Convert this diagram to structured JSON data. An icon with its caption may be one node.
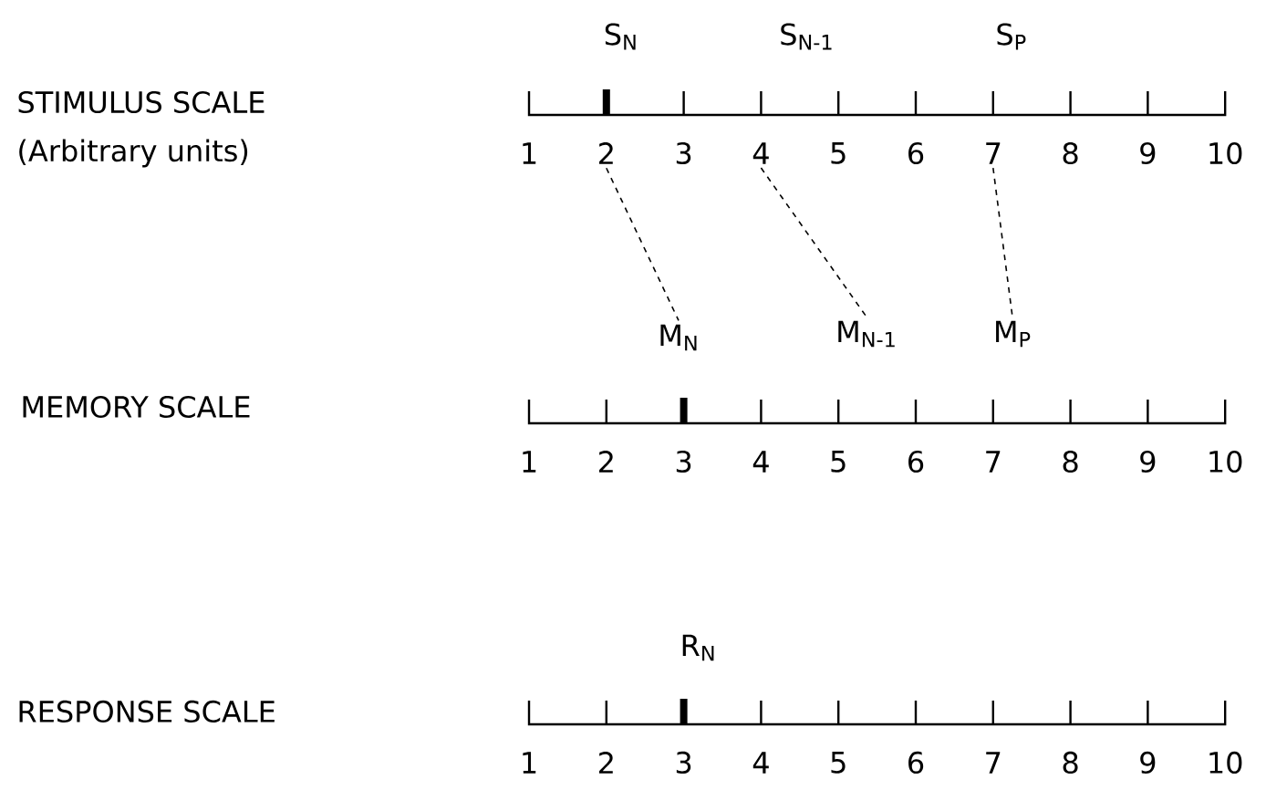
{
  "diagram": {
    "nodes": [
      {
        "text": [
          "2"
        ]
      },
      {
        "text": [
          "4"
        ]
      },
      {
        "text": [
          "7"
        ]
      },
      {
        "text": [
          "M$_{N}$"
        ]
      },
      {
        "text": [
          "M$_{N-1}$"
        ]
      },
      {
        "text": [
          "M$_{P}$"
        ]
      }
    ],
    "edges": [
      {
        "from": 0,
        "to": 3,
        "arrow": "none",
        "style": "dashed"
      },
      {
        "from": 1,
        "to": 4,
        "arrow": "none",
        "style": "dashed"
      },
      {
        "from": 2,
        "to": 5,
        "arrow": "none",
        "style": "dashed"
      }
    ],
    "labels": [
      "S$_{N}$",
      "S$_{N-1}$",
      "S$_{P}$",
      "STIMULUS SCALE",
      "(Arbitrary units)",
      "1",
      "3",
      "5",
      "6",
      "8",
      "9",
      "10",
      "MEMORY SCALE",
      "1",
      "2",
      "3",
      "4",
      "5",
      "6",
      "7",
      "8",
      "9",
      "10",
      "R$_{N}$",
      "RESPONSE SCALE",
      "1",
      "2",
      "3",
      "4",
      "5",
      "6",
      "7",
      "8",
      "9",
      "10"
    ]
  }
}
